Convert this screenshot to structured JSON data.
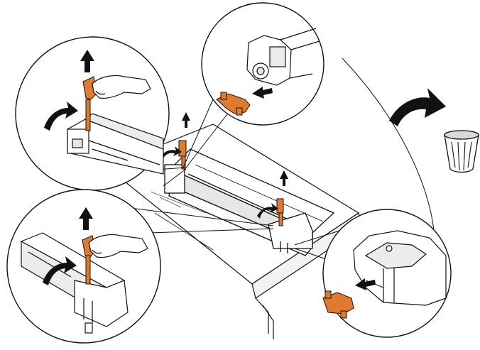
{
  "diagram": {
    "colors": {
      "accent": "#e07a2e",
      "accent_dark": "#b8591a",
      "line": "#111111",
      "fill": "#ffffff",
      "shade": "#d9d9d9",
      "arrow": "#111111"
    },
    "icons": [
      "drum-unit-icon",
      "orange-tape-tab-icon",
      "orange-clip-icon",
      "hand-icon",
      "up-arrow-icon",
      "curved-arrow-icon",
      "trash-can-icon"
    ],
    "callouts": [
      {
        "name": "callout-pull-tape-left"
      },
      {
        "name": "callout-remove-clip-top"
      },
      {
        "name": "callout-pull-tape-bottom-left"
      },
      {
        "name": "callout-remove-clip-right"
      }
    ]
  }
}
